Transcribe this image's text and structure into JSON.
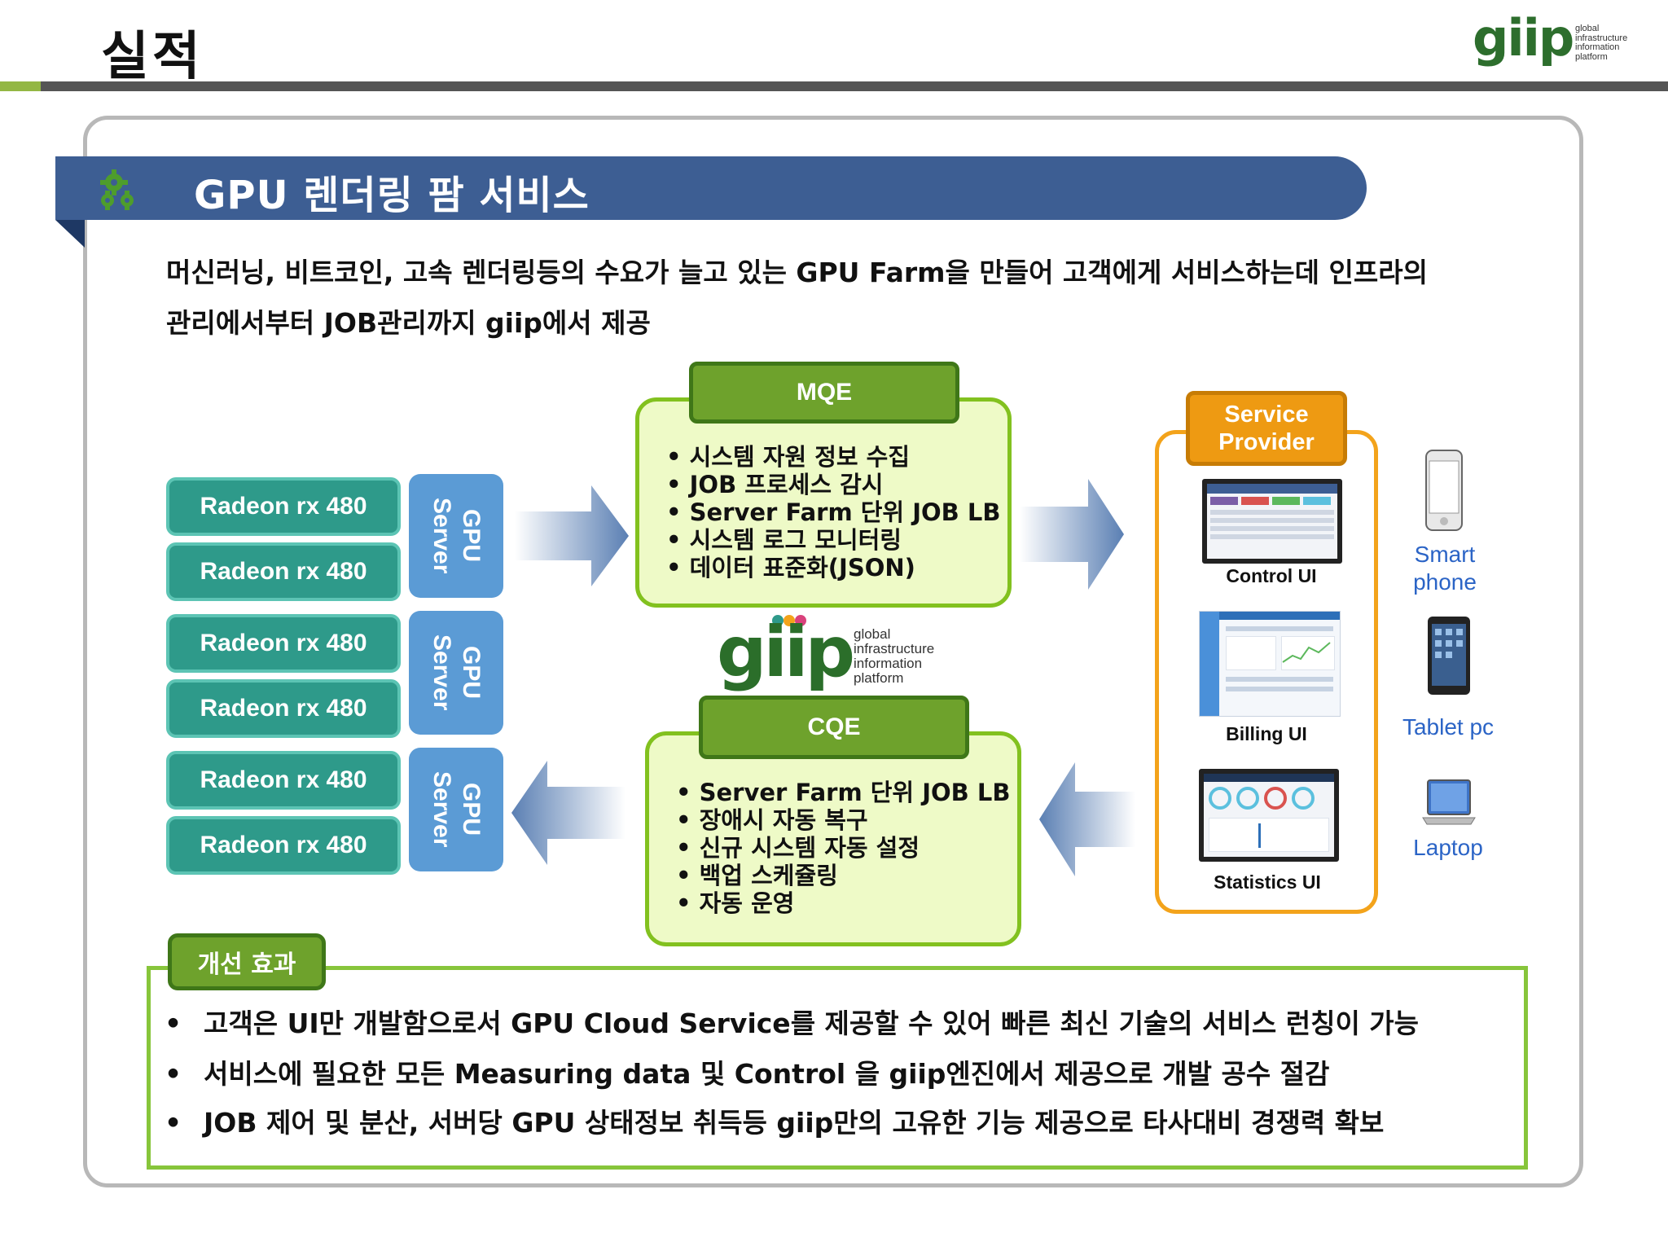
{
  "header": {
    "title": "실적",
    "logo": {
      "word": "giip",
      "lines": [
        "global",
        "infrastructure",
        "information",
        "platform"
      ]
    }
  },
  "banner": {
    "title": "GPU 렌더링 팜 서비스",
    "icon": "gears-icon"
  },
  "intro": [
    "머신러닝, 비트코인, 고속 렌더링등의 수요가 늘고 있는 GPU Farm을 만들어 고객에게 서비스하는데 인프라의",
    "관리에서부터 JOB관리까지 giip에서 제공"
  ],
  "servers": {
    "cards": [
      "Radeon rx 480",
      "Radeon rx 480",
      "Radeon rx 480",
      "Radeon rx 480",
      "Radeon rx 480",
      "Radeon rx 480"
    ],
    "gpu_labels": [
      "GPU Server",
      "GPU Server",
      "GPU Server"
    ]
  },
  "mqe": {
    "title": "MQE",
    "items": [
      "• 시스템 자원 정보 수집",
      "• JOB 프로세스 감시",
      "• Server Farm 단위 JOB LB",
      "• 시스템 로그 모니터링",
      "• 데이터 표준화(JSON)"
    ]
  },
  "cqe": {
    "title": "CQE",
    "items": [
      "• Server Farm 단위 JOB LB",
      "• 장애시 자동 복구",
      "• 신규 시스템 자동 설정",
      "• 백업 스케쥴링",
      "• 자동 운영"
    ]
  },
  "center_logo": {
    "word": "giip",
    "lines": [
      "global",
      "infrastructure",
      "information",
      "platform"
    ]
  },
  "service_provider": {
    "title": "Service Provider",
    "screens": [
      {
        "label": "Control UI",
        "icon": "monitor-icon"
      },
      {
        "label": "Billing UI",
        "icon": "dashboard-icon"
      },
      {
        "label": "Statistics UI",
        "icon": "laptop-screen-icon"
      }
    ]
  },
  "devices": [
    {
      "label": "Smart phone",
      "icon": "smartphone-icon"
    },
    {
      "label": "Tablet pc",
      "icon": "tablet-icon"
    },
    {
      "label": "Laptop",
      "icon": "laptop-icon"
    }
  ],
  "effects": {
    "title": "개선 효과",
    "bullet": "•",
    "items": [
      "고객은 UI만 개발함으로서 GPU Cloud Service를 제공할 수 있어 빠른 최신 기술의 서비스 런칭이 가능",
      "서비스에 필요한 모든 Measuring data 및 Control 을 giip엔진에서 제공으로 개발 공수 절감",
      "JOB 제어 및 분산, 서버당 GPU 상태정보 취득등 giip만의 고유한 기능 제공으로 타사대비 경쟁력 확보"
    ]
  },
  "colors": {
    "banner": "#3d5e93",
    "teal": "#2e9a8a",
    "gpu_blue": "#5b9bd5",
    "green": "#6ea22c",
    "orange": "#ee9a12",
    "device_text": "#2b64c6"
  }
}
